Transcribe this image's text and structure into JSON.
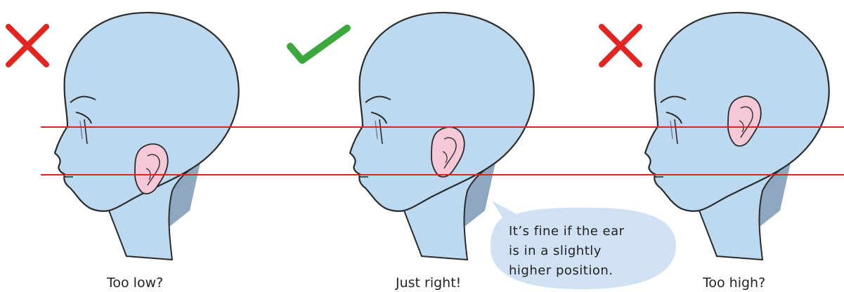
{
  "panels": [
    {
      "caption": "Too low?",
      "verdict": "wrong",
      "ear_position": "low"
    },
    {
      "caption": "Just right!",
      "verdict": "correct",
      "ear_position": "middle"
    },
    {
      "caption": "Too high?",
      "verdict": "wrong",
      "ear_position": "high"
    }
  ],
  "bubble": {
    "lines": [
      "It’s fine if the ear",
      "is in a slightly",
      "higher position."
    ]
  },
  "colors": {
    "head_fill": "#bcd9f0",
    "shadow": "#8ea8c2",
    "ear_fill": "#f4c8d6",
    "outline": "#2b2b2b",
    "guide_line": "#e0202a",
    "cross": "#e32420",
    "check": "#3aa83c",
    "bubble_fill": "#cfe1f2"
  },
  "icons": [
    "cross-icon",
    "check-icon",
    "cross-icon"
  ]
}
